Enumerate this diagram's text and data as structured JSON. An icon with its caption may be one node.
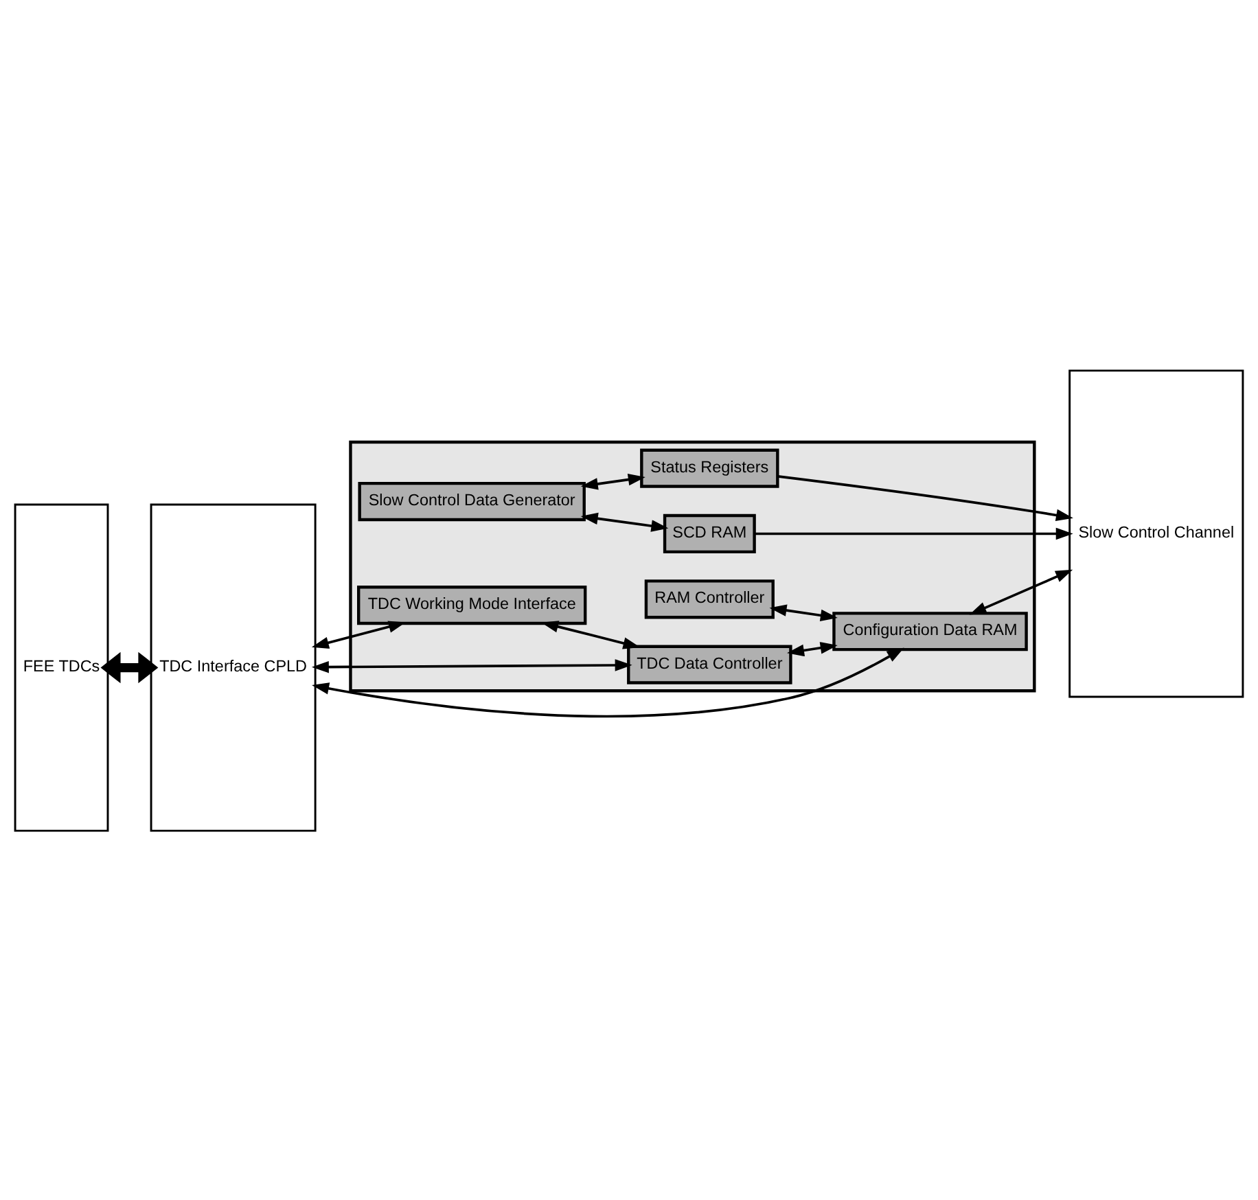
{
  "diagram": {
    "nodes": [
      {
        "text": [
          "FEE TDCs"
        ]
      },
      {
        "text": [
          "TDC Interface CPLD"
        ]
      },
      {
        "text": [],
        "shape": "box"
      },
      {
        "text": [
          "TDC Working Mode Interface"
        ],
        "in": 2
      },
      {
        "text": [
          "RAM Controller"
        ],
        "in": 2
      },
      {
        "text": [
          "TDC Data Controller"
        ],
        "in": 2
      },
      {
        "text": [
          "Configuration Data RAM"
        ],
        "in": 2
      },
      {
        "text": [
          "Status Registers"
        ],
        "in": 2
      },
      {
        "text": [
          "Slow Control Data Generator"
        ],
        "in": 2
      },
      {
        "text": [
          "SCD RAM"
        ],
        "in": 2
      },
      {
        "text": [
          "Slow Control Channel"
        ]
      }
    ],
    "edges": [
      {
        "from": 0,
        "to": 1,
        "arrow": "both",
        "style": "thick"
      },
      {
        "from": 1,
        "to": 3,
        "arrow": "both"
      },
      {
        "from": 3,
        "to": 5,
        "arrow": "both"
      },
      {
        "from": 1,
        "to": 5,
        "arrow": "both"
      },
      {
        "from": 1,
        "to": 6,
        "arrow": "both"
      },
      {
        "from": 5,
        "to": 6,
        "arrow": "both"
      },
      {
        "from": 4,
        "to": 6,
        "arrow": "both"
      },
      {
        "from": 6,
        "to": 10,
        "arrow": "both"
      },
      {
        "from": 7,
        "to": 10,
        "arrow": "to"
      },
      {
        "from": 8,
        "to": 7,
        "arrow": "both"
      },
      {
        "from": 8,
        "to": 9,
        "arrow": "both"
      },
      {
        "from": 9,
        "to": 10,
        "arrow": "to"
      }
    ]
  }
}
